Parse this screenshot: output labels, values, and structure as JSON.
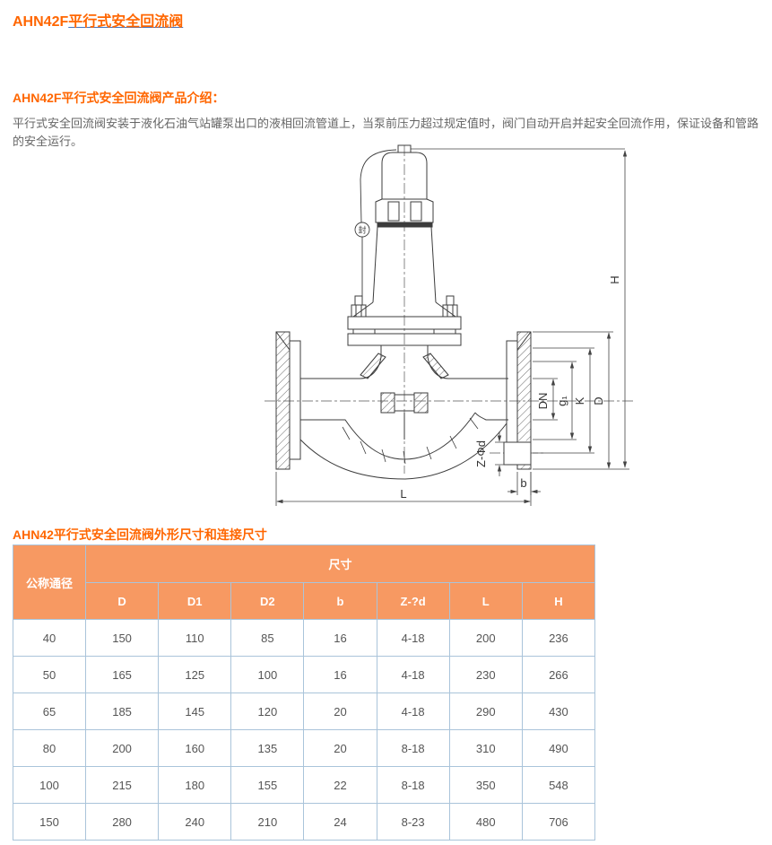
{
  "page": {
    "title": {
      "prefix": "AHN42F",
      "link_text": "平行式安全回流阀"
    }
  },
  "intro": {
    "heading": "AHN42F平行式安全回流阀产品介绍：",
    "body": "平行式安全回流阀安装于液化石油气站罐泵出口的液相回流管道上，当泵前压力超过规定值时，阀门自动开启并起安全回流作用，保证设备和管路的安全运行。"
  },
  "drawing": {
    "dim_labels": {
      "H": "H",
      "DN": "DN",
      "g1": "g₁",
      "K": "K",
      "D": "D",
      "Zd": "Z-Φd",
      "b": "b",
      "L": "L",
      "seal": "封"
    }
  },
  "dimensions_table": {
    "heading": "AHN42平行式安全回流阀外形尺寸和连接尺寸",
    "group_header": "尺寸",
    "row_header": "公称通径",
    "columns": [
      "D",
      "D1",
      "D2",
      "b",
      "Z-?d",
      "L",
      "H"
    ],
    "rows": [
      {
        "dn": "40",
        "values": [
          "150",
          "110",
          "85",
          "16",
          "4-18",
          "200",
          "236"
        ]
      },
      {
        "dn": "50",
        "values": [
          "165",
          "125",
          "100",
          "16",
          "4-18",
          "230",
          "266"
        ]
      },
      {
        "dn": "65",
        "values": [
          "185",
          "145",
          "120",
          "20",
          "4-18",
          "290",
          "430"
        ]
      },
      {
        "dn": "80",
        "values": [
          "200",
          "160",
          "135",
          "20",
          "8-18",
          "310",
          "490"
        ]
      },
      {
        "dn": "100",
        "values": [
          "215",
          "180",
          "155",
          "22",
          "8-18",
          "350",
          "548"
        ]
      },
      {
        "dn": "150",
        "values": [
          "280",
          "240",
          "210",
          "24",
          "8-23",
          "480",
          "706"
        ]
      }
    ]
  },
  "colors": {
    "accent": "#ff6600",
    "link_underline": "#3f74c2",
    "table_header_bg": "#f79962",
    "table_border": "#aac4da",
    "body_text": "#666666",
    "cell_text": "#555555"
  }
}
